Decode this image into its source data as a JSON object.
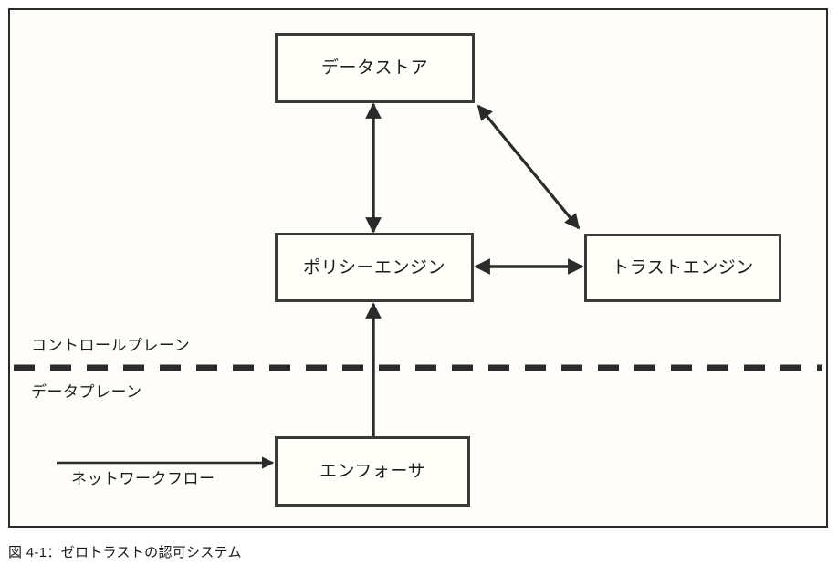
{
  "figure": {
    "caption": "図 4-1：ゼロトラストの認可システム"
  },
  "nodes": [
    {
      "id": "datastore",
      "label": "データストア"
    },
    {
      "id": "policy-engine",
      "label": "ポリシーエンジン"
    },
    {
      "id": "trust-engine",
      "label": "トラストエンジン"
    },
    {
      "id": "enforcer",
      "label": "エンフォーサ"
    }
  ],
  "planes": {
    "control": "コントロールプレーン",
    "data": "データプレーン"
  },
  "flows": {
    "network_flow": "ネットワークフロー"
  },
  "colors": {
    "frame": "#2b2b2b",
    "box_border": "#3a3a3a",
    "line": "#2b2b2b",
    "background": "#fefdfa",
    "text": "#1d1d1d"
  }
}
